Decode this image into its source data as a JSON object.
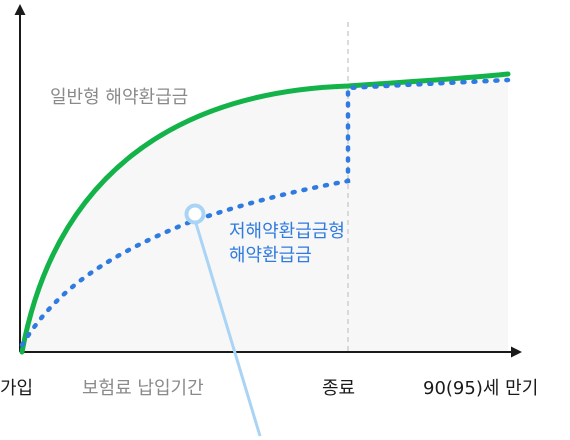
{
  "curves": {
    "general_label": "일반형 해약환급금",
    "low_refund_label_line1": "저해약환급금형",
    "low_refund_label_line2": "해약환급금"
  },
  "axis": {
    "origin_label": "가입",
    "period_label": "보험료 납입기간",
    "end_label": "종료",
    "maturity_label": "90(95)세 만기"
  },
  "colors": {
    "general_curve": "#13b34a",
    "low_refund_curve": "#2f7be0",
    "pointer": "#a9d4f5",
    "area_fill": "#f7f7f7",
    "axis": "#1a1a1a",
    "divider": "#cfcfcf"
  }
}
